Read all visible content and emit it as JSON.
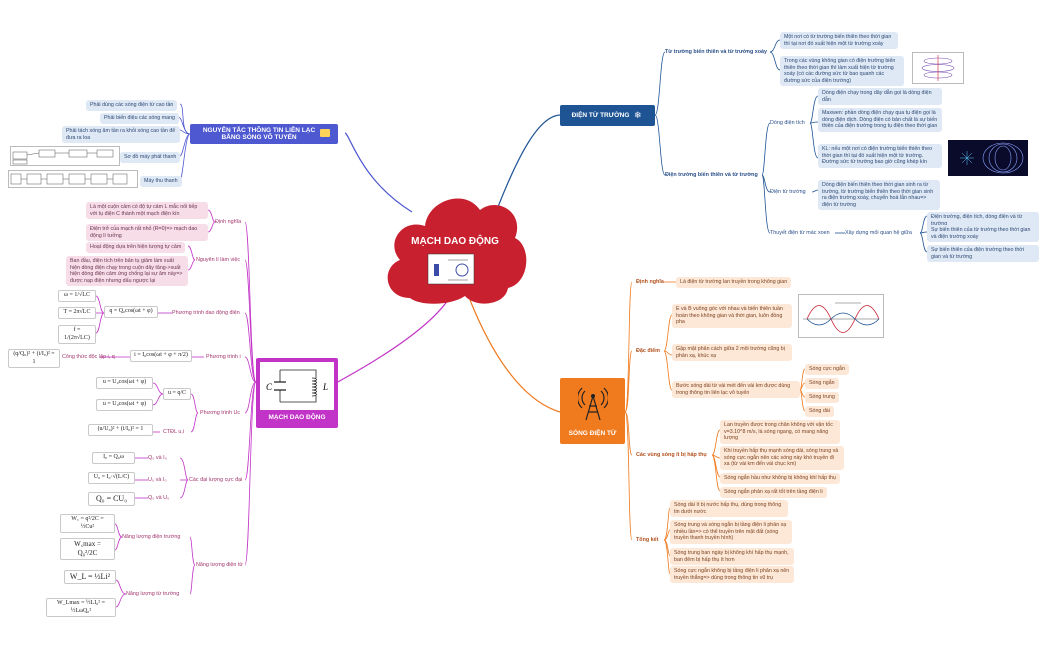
{
  "center": {
    "title": "MẠCH DAO ĐỘNG"
  },
  "left_topic": {
    "title": "MẠCH DAO ĐỘNG",
    "C": "C",
    "L": "L"
  },
  "news_topic": {
    "title": "NGUYÊN TẮC THÔNG TIN LIÊN LẠC BẰNG SÓNG VÔ TUYẾN"
  },
  "dtt_topic": {
    "title": "ĐIỆN TỪ TRƯỜNG"
  },
  "sdt_topic": {
    "title": "SÓNG ĐIỆN TỪ"
  },
  "news": {
    "items": [
      "Phải dùng các sóng điện từ cao tần",
      "Phải biến điệu các sóng mang",
      "Phải tách sóng âm tần ra khỏi sóng cao tần để đưa ra loa",
      "Sơ đồ máy phát thanh",
      "Máy thu thanh"
    ]
  },
  "left": {
    "dinh_nghia": "Định nghĩa",
    "dn_1": "Là một cuộn cảm có độ tự cảm L mắc nối tiếp với tụ điện C thành một mạch điện kín",
    "dn_2": "Điện trở của mạch rất nhỏ (R=0)=> mạch dao động lí tưởng",
    "nguyen_li": "Nguyên lí làm việc",
    "nl_1": "Hoạt động dựa trên hiện tượng tự cảm",
    "nl_2": "Ban đầu, điện tích trên bản tụ giảm làm xuất hiện dòng điện chạy trong cuộn dây tăng->xuất hiện dòng điện cảm ứng chống lại sự âm này=> được nạp điện nhưng dấu ngược lại",
    "pt_dd": "Phương trình dao động điện",
    "pt_i": "Phương trình i",
    "ct_dl": "Công thức độc lập i, q",
    "pt_u": "Phương trình Uc",
    "ctdl_ui": "CTĐL u,i",
    "cac_dl": "Các đại lượng cực đại",
    "q0_i0": "Q₀ và I₀",
    "u0_i0": "U₀ và I₀",
    "q0_u0": "Q₀ và U₀",
    "nang_luong": "Năng lượng điện từ",
    "nl_dien": "Năng lượng điện trường",
    "nl_tu": "Năng lượng từ trường",
    "f_omega": "ω = 1/√LC",
    "f_T": "T = 2π√LC",
    "f_f": "f = 1/(2π√LC)",
    "f_q": "q = Q₀cos(ωt + φ)",
    "f_i": "i = I₀cos(ωt + φ + π/2)",
    "f_ctdl": "(q/Q₀)² + (i/I₀)² = 1",
    "f_u1": "u = U₀cos(ωt + φ)",
    "f_u2": "u = U₀cos(ωt + φ)",
    "f_uqc": "u = q/C",
    "f_ui": "(u/U₀)² + (i/I₀)² = 1",
    "f_I0": "I₀ = Q₀ω",
    "f_U0": "U₀ = I₀·√(L/C)",
    "f_Q0": "Q₀ = CU₀",
    "f_Wc": "W꜀ = q²/2C = ½Cu²",
    "f_Wcmax": "W꜀max = Q₀²/2C",
    "f_WL": "W_L = ½Li²",
    "f_WLmax": "W_Lmax = ½LI₀² = ½LωQ₀²"
  },
  "dtt": {
    "tu_truong": "Từ trường biến thiên và từ trường xoáy",
    "tt_1": "Một nơi có từ trường biến thiên theo thời gian thì tại nơi đó xuất hiện một từ trường xoáy",
    "tt_2": "Trong các vùng không gian có điện trường biến thiên theo thời gian thì làm xuất hiện từ trường xoáy (có các đường sức từ bao quanh các đường sức của điện trường)",
    "dien_truong": "Điện trường biến thiên và từ trường",
    "dong_dien_tich": "Dòng điện tích",
    "ddt_1": "Dòng điện chạy trong dây dẫn gọi là dòng điện dẫn",
    "ddt_2": "Maxwen: phần dòng điện chạy qua tụ điện gọi là dòng điện dịch. Dòng điện có bản chất là sự biến thiên của điện trường trong tụ điện theo thời gian",
    "ddt_3": "KL: nếu một nơi có điện trường biến thiên theo thời gian thì tại đó xuất hiện một từ trường. Đường sức từ trường bao giờ cũng khép kín",
    "dien_tu_truong": "Điện từ trường",
    "dtt_1": "Dòng điện biến thiên theo thời gian sinh ra từ trường, từ trường biến thiên theo thời gian sinh ra điện trường xoáy, chuyển hoá lẫn nhau=> điện từ trường",
    "thuyet": "Thuyết điện từ mác xoen",
    "xay_dung": "Xây dựng mối quan hệ giữa",
    "xd_1": "Điện trường, điện tích, dòng điện và từ trường",
    "xd_2": "Sự biến thiên của từ trường theo thời gian và điện trường xoáy",
    "xd_3": "Sự biến thiên của điện trường theo thời gian và từ trường"
  },
  "sdt": {
    "dinh_nghia": "Định nghĩa",
    "dn_1": "Là điện từ trường lan truyền trong không gian",
    "dac_diem": "Đặc điểm",
    "dd_1": "E và B vuông góc với nhau và biến thiên tuần hoàn theo không gian và thời gian, luôn đồng pha",
    "dd_2": "Gặp mặt phân cách giữa 2 môi trường cũng bị phản xạ, khúc xạ",
    "dd_3": "Bước sóng dài từ vài mét đến vài km được dùng trong thông tin liên lạc vô tuyến",
    "types": [
      "Sóng cực ngắn",
      "Sóng ngắn",
      "Sóng trung",
      "Sóng dài"
    ],
    "vung_song": "Các vùng sóng ít bị hấp thụ",
    "vs_1": "Lan truyền được trong chân không với vận tốc v=3.10^8 m/s, là sóng ngang, có mang năng lượng",
    "vs_2": "Khi truyền hấp thụ mạnh sóng dài, sóng trung và sóng cực ngắn nên các sóng này khó truyền đi xa (từ vài km đến vài chục km)",
    "vs_3": "Sóng ngắn hầu như không bị không khí hấp thụ",
    "vs_4": "Sóng ngắn phản xạ rất tốt trên tầng điện li",
    "tong_ket": "Tổng kết",
    "tk_1": "Sóng dài ít bị nước hấp thụ, dùng trong thông tin dưới nước",
    "tk_2": "Sóng trung và sóng ngắn bị tầng điện li phản xạ nhiều lần=> có thể truyền trên mặt đất (sóng truyền thanh truyền hình)",
    "tk_3": "Sóng trung ban ngày bị không khí hấp thụ mạnh, ban đêm bị hấp thụ ít hơn",
    "tk_4": "Sóng cực ngắn không bị tầng điện li phản xạ nên truyền thẳng=> dùng trong thông tin vũ trụ"
  },
  "colors": {
    "center": "#c8202f",
    "left": "#c233c7",
    "news": "#4e58d0",
    "dtt": "#1f5494",
    "sdt": "#f07a1e"
  }
}
